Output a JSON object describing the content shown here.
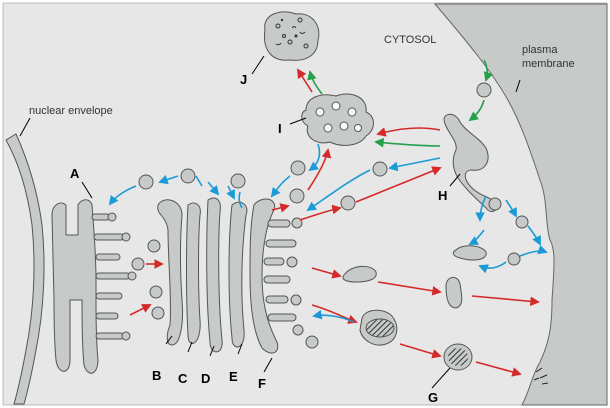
{
  "labels": {
    "cytosol": "CYTOSOL",
    "plasma_membrane_line1": "plasma",
    "plasma_membrane_line2": "membrane",
    "nuclear_envelope": "nuclear envelope"
  },
  "letters": {
    "A": "A",
    "B": "B",
    "C": "C",
    "D": "D",
    "E": "E",
    "F": "F",
    "G": "G",
    "H": "H",
    "I": "I",
    "J": "J"
  },
  "colors": {
    "background": "#e6e7e6",
    "organelle": "#c6cac9",
    "outline": "#555555",
    "red_arrow": "#d42a2a",
    "blue_arrow": "#1a9bd7",
    "green_arrow": "#24a04a"
  }
}
